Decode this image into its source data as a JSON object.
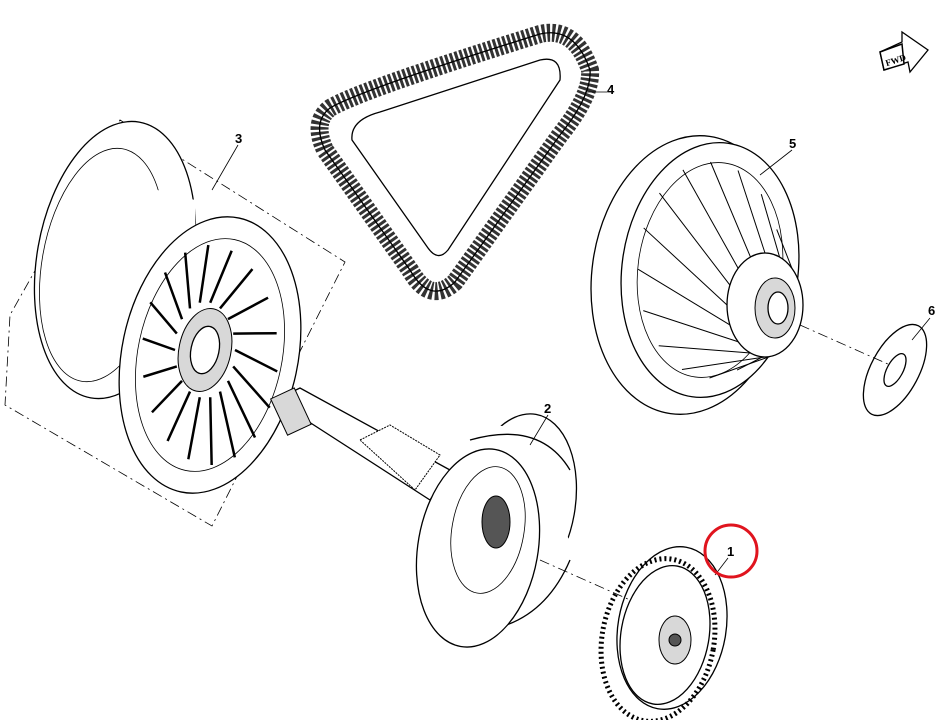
{
  "diagram": {
    "forward_badge": "FWD",
    "callouts": [
      {
        "number": "1",
        "part": "clutch-assembly",
        "highlighted": true
      },
      {
        "number": "2",
        "part": "clutch-drum"
      },
      {
        "number": "3",
        "part": "drive-clutch"
      },
      {
        "number": "4",
        "part": "drive-belt"
      },
      {
        "number": "5",
        "part": "driven-clutch"
      },
      {
        "number": "6",
        "part": "washer"
      }
    ],
    "highlight_color": "#e0141e"
  }
}
